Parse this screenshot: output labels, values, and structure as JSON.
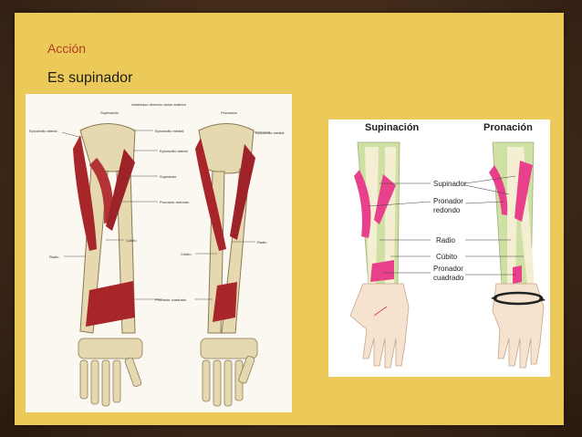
{
  "slide": {
    "heading": "Acción",
    "subheading": "Es supinador"
  },
  "left_illustration": {
    "title": "Antebrazo derecho visión anterior",
    "col_supination": "Supinación",
    "col_pronation": "Pronación",
    "labels": {
      "epicondilo_lateral": "Epicóndilo lateral",
      "epicondilo_medial_1": "Epicóndilo medial",
      "epicondilo_lateral_2": "Epicóndilo lateral",
      "epicondilo_medial_2": "Epicóndilo medial",
      "supinador": "Supinador",
      "pronador_redondo": "Pronador redondo",
      "cubito_1": "Cúbito",
      "radio_1": "Radio",
      "cubito_2": "Cúbito",
      "radio_2": "Radio",
      "pronador_cuadrado": "Pronador cuadrado"
    }
  },
  "right_illustration": {
    "title_supination": "Supinación",
    "title_pronation": "Pronación",
    "labels": {
      "supinador": "Supinador",
      "pronador": "Pronador",
      "redondo": "redondo",
      "radio": "Radio",
      "cubito": "Cúbito",
      "pronador2": "Pronador",
      "cuadrado": "cuadrado"
    }
  },
  "colors": {
    "slide_background": "#ecca5a",
    "frame": "#3a2617",
    "heading_color": "#b33a1f",
    "muscle_red": "#a8262a",
    "muscle_pink": "#e8408a",
    "bone": "#e6d9b0"
  }
}
